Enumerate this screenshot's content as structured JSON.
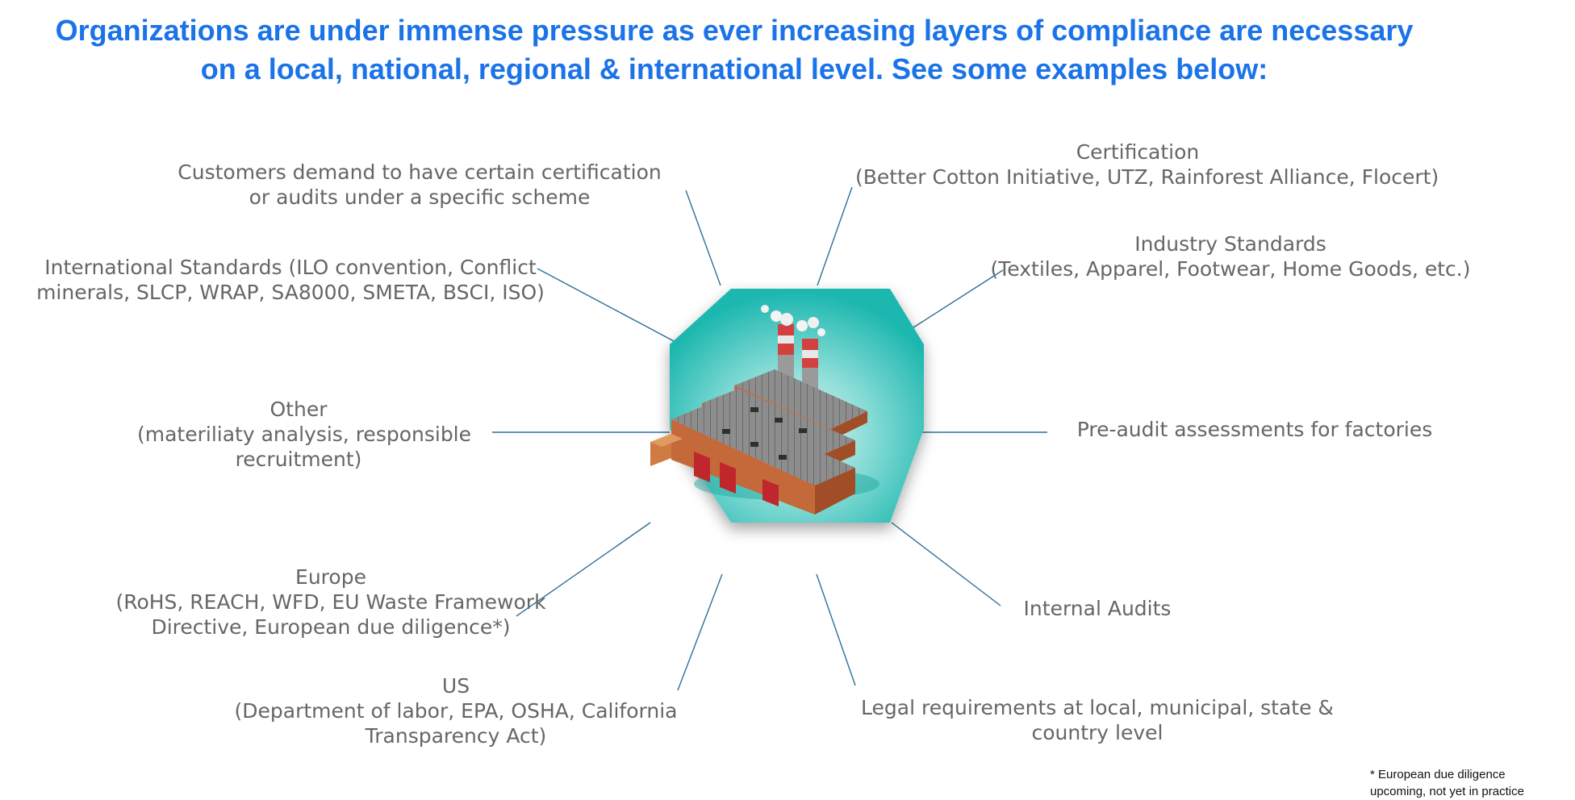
{
  "title": {
    "line1": "Organizations are under immense pressure as ever increasing layers of compliance are necessary",
    "line2": "on a local, national, regional & international level. See some examples below:"
  },
  "center": {
    "icon": "factory-icon",
    "hub_color": "#3fc7c0"
  },
  "colors": {
    "title": "#1a73e8",
    "label": "#666666",
    "connector": "#2d6f98"
  },
  "items": [
    {
      "lines": [
        "Customers demand to have certain certification",
        "or audits under a specific scheme"
      ]
    },
    {
      "lines": [
        "Certification",
        "(Better Cotton Initiative, UTZ, Rainforest Alliance, Flocert)"
      ]
    },
    {
      "lines": [
        "International Standards (ILO convention, Conflict",
        "minerals, SLCP, WRAP, SA8000, SMETA, BSCI, ISO)"
      ]
    },
    {
      "lines": [
        "Industry Standards",
        "(Textiles, Apparel, Footwear, Home Goods, etc.)"
      ]
    },
    {
      "lines": [
        "Other",
        "(materiliaty analysis, responsible",
        "recruitment)"
      ]
    },
    {
      "lines": [
        "Pre-audit assessments for factories"
      ]
    },
    {
      "lines": [
        "Europe",
        "(RoHS, REACH, WFD, EU Waste Framework",
        "Directive, European due diligence*)"
      ]
    },
    {
      "lines": [
        "Internal Audits"
      ]
    },
    {
      "lines": [
        "US",
        "(Department of labor, EPA, OSHA, California",
        "Transparency Act)"
      ]
    },
    {
      "lines": [
        "Legal requirements at local, municipal, state &",
        "country level"
      ]
    }
  ],
  "footnote": {
    "line1": "* European due diligence",
    "line2": "upcoming, not yet in practice"
  }
}
